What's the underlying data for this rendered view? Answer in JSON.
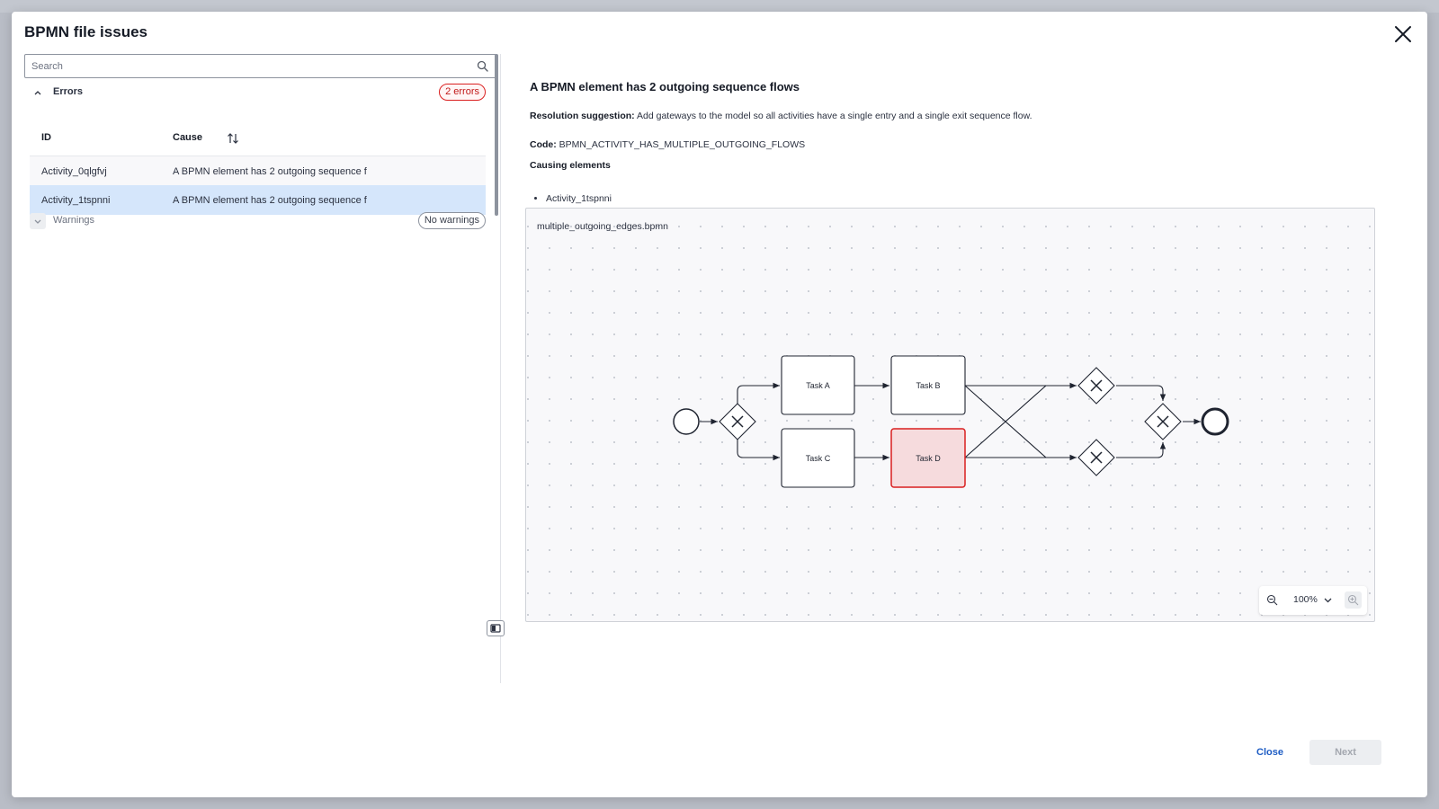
{
  "dialog": {
    "title": "BPMN file issues"
  },
  "search": {
    "placeholder": "Search"
  },
  "errors": {
    "label": "Errors",
    "badge": "2 errors",
    "columns": {
      "id": "ID",
      "cause": "Cause"
    },
    "rows": [
      {
        "id": "Activity_0qlgfvj",
        "cause": "A BPMN element has 2 outgoing sequence f"
      },
      {
        "id": "Activity_1tspnni",
        "cause": "A BPMN element has 2 outgoing sequence f"
      }
    ]
  },
  "warnings": {
    "label": "Warnings",
    "badge": "No warnings"
  },
  "detail": {
    "title": "A BPMN element has 2 outgoing sequence flows",
    "resolution_label": "Resolution suggestion:",
    "resolution_text": "Add gateways to the model so all activities have a single entry and a single exit sequence flow.",
    "code_label": "Code:",
    "code_value": "BPMN_ACTIVITY_HAS_MULTIPLE_OUTGOING_FLOWS",
    "causing_label": "Causing elements",
    "causing_items": [
      "Activity_1tspnni"
    ]
  },
  "diagram": {
    "file_name": "multiple_outgoing_edges.bpmn",
    "tasks": [
      "Task A",
      "Task B",
      "Task C",
      "Task D"
    ],
    "highlighted_task": "Task D",
    "highlight_color": "#d91f1f"
  },
  "zoom": {
    "value": "100%"
  },
  "footer": {
    "close_label": "Close",
    "next_label": "Next"
  },
  "icons": [
    "close-icon",
    "search-icon",
    "chevron-up-icon",
    "chevron-down-icon",
    "sort-icon",
    "panel-collapse-icon",
    "zoom-out-icon",
    "zoom-in-icon"
  ]
}
